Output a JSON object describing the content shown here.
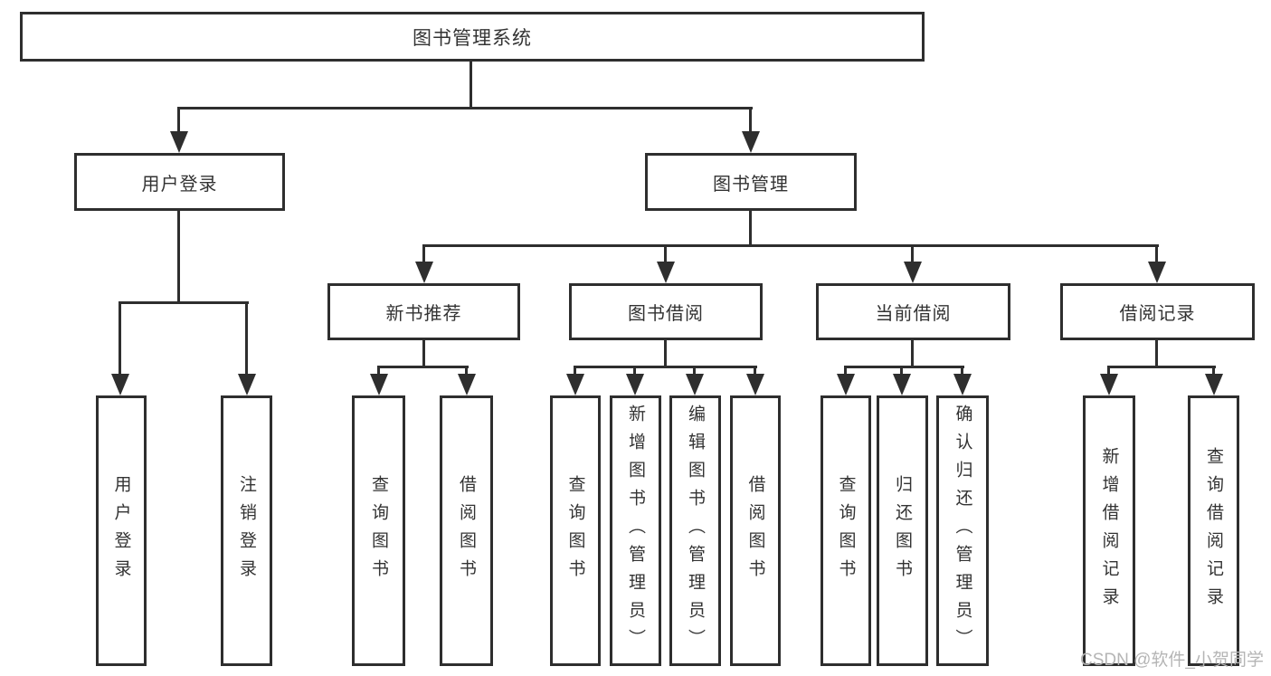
{
  "diagram_title": "图书管理系统",
  "tree": {
    "label": "图书管理系统",
    "children": [
      {
        "label": "用户登录",
        "children": [
          {
            "label": "用户登录"
          },
          {
            "label": "注销登录"
          }
        ]
      },
      {
        "label": "图书管理",
        "children": [
          {
            "label": "新书推荐",
            "children": [
              {
                "label": "查询图书"
              },
              {
                "label": "借阅图书"
              }
            ]
          },
          {
            "label": "图书借阅",
            "children": [
              {
                "label": "查询图书"
              },
              {
                "label": "新增图书（管理员）"
              },
              {
                "label": "编辑图书（管理员）"
              },
              {
                "label": "借阅图书"
              }
            ]
          },
          {
            "label": "当前借阅",
            "children": [
              {
                "label": "查询图书"
              },
              {
                "label": "归还图书"
              },
              {
                "label": "确认归还（管理员）"
              }
            ]
          },
          {
            "label": "借阅记录",
            "children": [
              {
                "label": "新增借阅记录"
              },
              {
                "label": "查询借阅记录"
              }
            ]
          }
        ]
      }
    ]
  },
  "watermark": {
    "text": "CSDN @软件_小贺同学"
  },
  "colors": {
    "line": "#2e2e2e",
    "text": "#333333",
    "node_fill": "#ffffff",
    "watermark": "#b5b5b5",
    "background": "#ffffff"
  }
}
